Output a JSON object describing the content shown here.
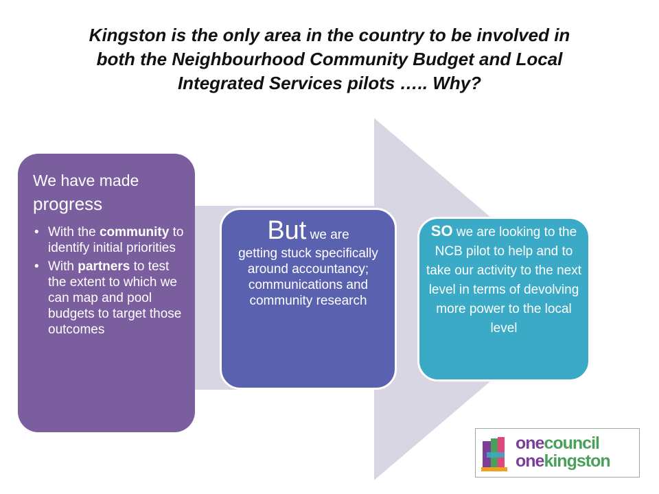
{
  "title": {
    "line1": "Kingston is the only area in the country to be involved in",
    "line2": "both the Neighbourhood Community Budget and Local",
    "line3": "Integrated Services pilots ….. Why?"
  },
  "boxes": {
    "progress": {
      "head_small": "We have made",
      "head_big": "progress",
      "bullets": [
        {
          "pre": "With the ",
          "bold": "community",
          "post": " to identify initial priorities"
        },
        {
          "pre": "With ",
          "bold": "partners",
          "post": " to test the extent to which we can map and pool budgets to target those outcomes"
        }
      ]
    },
    "stuck": {
      "lead_big": "But",
      "lead_small": " we are",
      "rest": "getting stuck specifically around accountancy; communications and community research"
    },
    "so": {
      "lead": "SO",
      "rest": " we are looking to the NCB pilot to help and to take our activity to the next level in terms of devolving more power to the local level"
    }
  },
  "logo": {
    "word1_a": "one",
    "word1_b": "council",
    "word2_a": "one",
    "word2_b": "kingston"
  },
  "colors": {
    "progress_box": "#7b5e9e",
    "stuck_box": "#5a62b0",
    "so_box": "#3aaac6",
    "arrow": "#d9d6e3"
  }
}
